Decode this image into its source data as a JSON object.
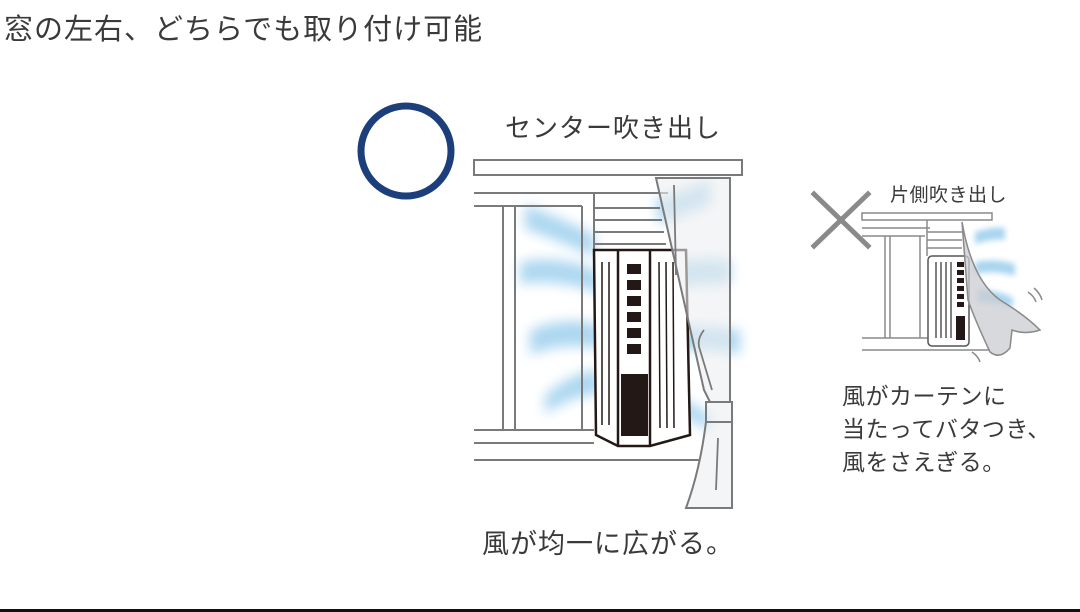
{
  "heading": "窓の左右、どちらでも取り付け可能",
  "good_example": {
    "mark": "circle-mark",
    "mark_color": "#1c3f7c",
    "title": "センター吹き出し",
    "caption": "風が均一に広がる。"
  },
  "bad_example": {
    "mark": "cross-mark",
    "mark_color": "#8a8a8a",
    "title": "片側吹き出し",
    "caption_lines": [
      "風がカーテンに",
      "当たってバタつき、",
      "風をさえぎる。"
    ]
  },
  "colors": {
    "airflow": "#9fd0ee",
    "line": "#7a7a7a",
    "unit_dark": "#231815",
    "curtain": "#e8eaec"
  }
}
